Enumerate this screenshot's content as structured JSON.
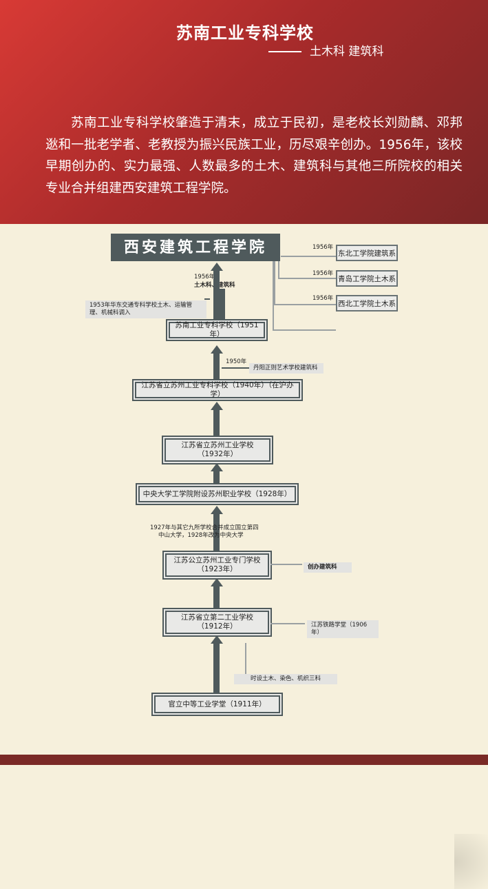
{
  "header": {
    "title": "苏南工业专科学校",
    "subtitle": "土木科 建筑科",
    "intro": "苏南工业专科学校肇造于清末，成立于民初，是老校长刘勋麟、邓邦逖和一批老学者、老教授为振兴民族工业，历尽艰辛创办。1956年，该校早期创办的、实力最强、人数最多的土木、建筑科与其他三所院校的相关专业合并组建西安建筑工程学院。"
  },
  "diagram": {
    "top": "西安建筑工程学院",
    "merge_year": "1956年",
    "side_schools": [
      {
        "year": "1956年",
        "name": "东北工学院建筑系"
      },
      {
        "year": "1956年",
        "name": "青岛工学院土木系"
      },
      {
        "year": "1956年",
        "name": "西北工学院土木系"
      }
    ],
    "note_1956": {
      "year": "1956年",
      "text": "土木科、建筑科"
    },
    "note_1953": {
      "line1": "1953年华东交通专科学校土木、运输管",
      "line2": "理、机械科调入"
    },
    "stages": [
      "苏南工业专科学校（1951年）",
      "江苏省立苏州工业专科学校（1940年）（在沪办学）",
      "江苏省立苏州工业学校\n（1932年）",
      "中央大学工学院附设苏州职业学校（1928年）",
      "江苏公立苏州工业专门学校\n（1923年）",
      "江苏省立第二工业学校\n（1912年）",
      "官立中等工业学堂（1911年）"
    ],
    "note_1950": {
      "year": "1950年",
      "text": "丹阳正则艺术学校建筑科"
    },
    "note_1927": {
      "line1": "1927年与其它九所学校合并成立国立第四",
      "line2": "中山大学，1928年改为中央大学"
    },
    "note_1923": "创办建筑科",
    "note_1906": "江苏铁路学堂（1906年）",
    "note_1911": "时设土木、染色、机织三科"
  }
}
